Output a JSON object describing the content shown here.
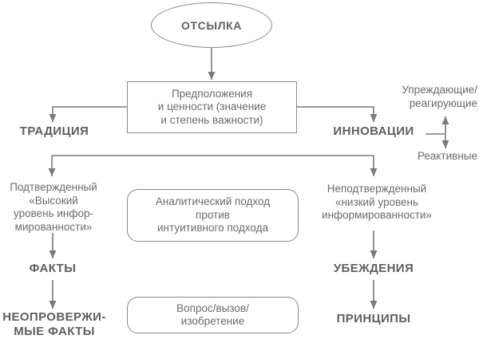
{
  "colors": {
    "background": "#ffffff",
    "plain_text": "#6b6b6b",
    "bold_text": "#5f5f5f",
    "line": "#7a7a7a",
    "border": "#8a8a8a"
  },
  "nodes": {
    "root": {
      "label": "ОТСЫЛКА"
    },
    "assumptions_box": {
      "text": "Предположения\nи ценности (значение\nи степень важности)"
    },
    "tradition": {
      "label": "ТРАДИЦИЯ"
    },
    "innovation": {
      "label": "ИННОВАЦИИ"
    },
    "proactive_reactive": {
      "text": "Упреждающие/\nреагирующие"
    },
    "reactive": {
      "label": "Реактивные"
    },
    "confirmed": {
      "text": "Подтвержденный\n«Высокий\nуровень инфор-\nмированности»"
    },
    "unconfirmed": {
      "text": "Неподтвержденный\n«низкий уровень\nинформированности»"
    },
    "analytical_box": {
      "text": "Аналитический подход\nпротив\nинтуитивного подхода"
    },
    "facts": {
      "label": "ФАКТЫ"
    },
    "beliefs": {
      "label": "УБЕЖДЕНИЯ"
    },
    "irrefutable_facts": {
      "text": "НЕОПРОВЕРЖИ-\nМЫЕ ФАКТЫ"
    },
    "principles": {
      "label": "ПРИНЦИПЫ"
    },
    "question_box": {
      "text": "Вопрос/вызов/\nизобретение"
    }
  }
}
